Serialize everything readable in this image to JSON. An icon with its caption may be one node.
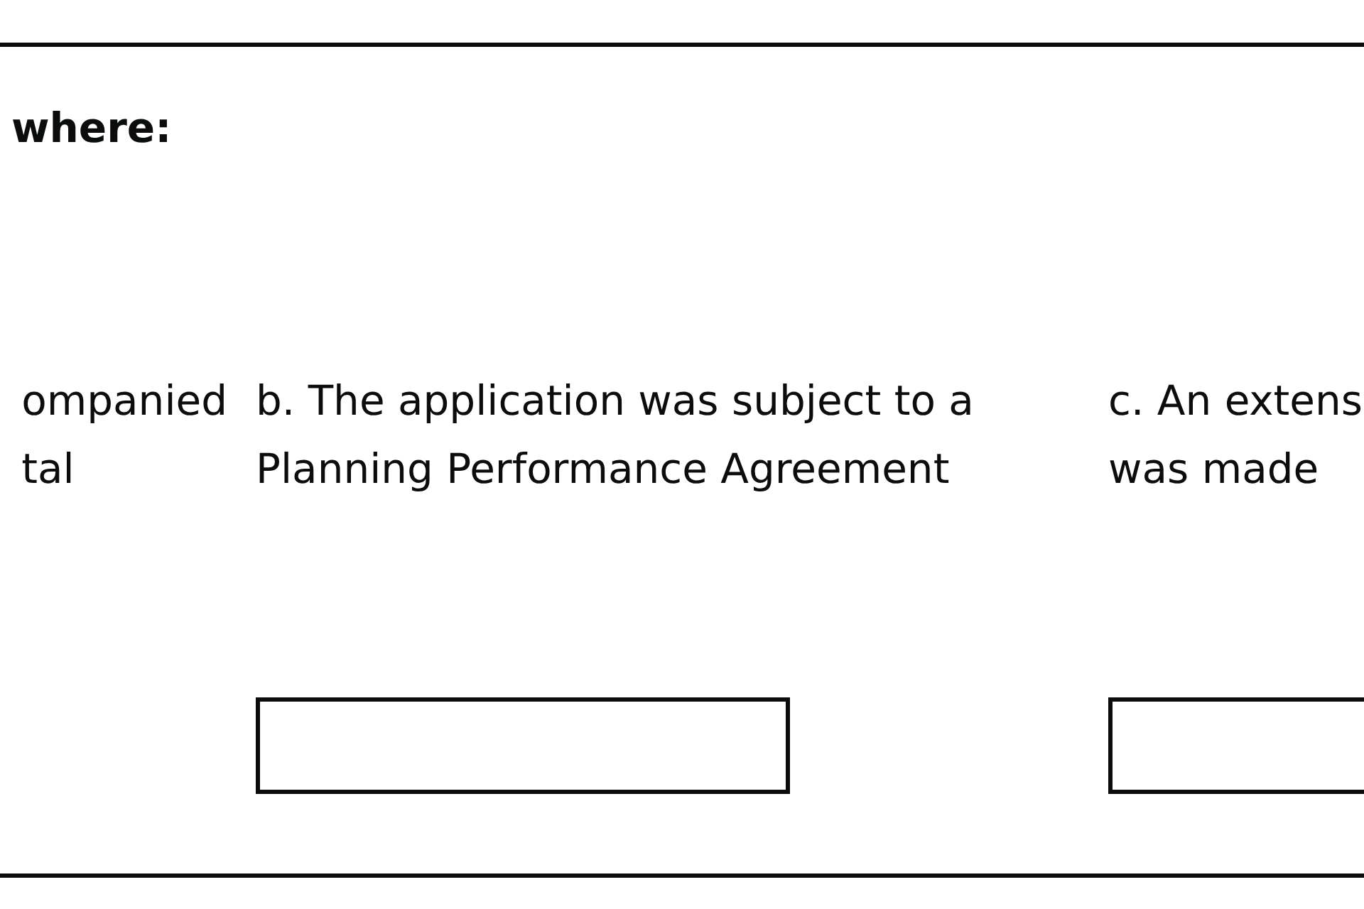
{
  "diagram": {
    "labels": [
      "where:",
      "ompanied tal",
      "b. The application was subject to a Planning Performance Agreement",
      "c. An extens was made"
    ]
  }
}
